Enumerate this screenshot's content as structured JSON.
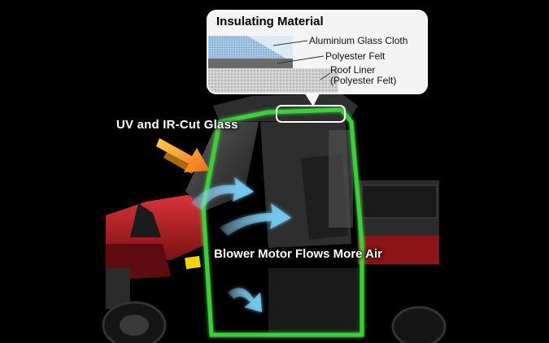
{
  "colors": {
    "background": "#000000",
    "vehicle_red": "#c2242a",
    "frame_green": "#3ecf3a",
    "airflow_blue": "#6ec6f0",
    "sun_orange": "#f7941d"
  },
  "icons": [
    "sun-ray-arrow-icon",
    "airflow-arrow-icon"
  ],
  "labels": {
    "uv_glass": "UV and IR-Cut Glass",
    "blower": "Blower Motor Flows More Air"
  },
  "callout": {
    "title": "Insulating Material",
    "layers": [
      {
        "name": "Aluminium Glass Cloth"
      },
      {
        "name": "Polyester Felt"
      },
      {
        "name": "Roof Liner",
        "detail": "(Polyester Felt)"
      }
    ]
  }
}
